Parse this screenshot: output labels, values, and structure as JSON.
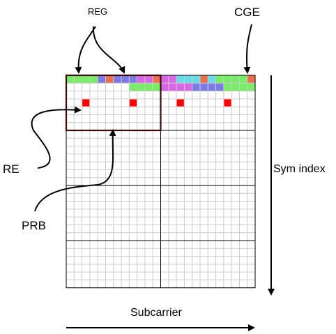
{
  "labels": {
    "reg": "REG",
    "cge": "CGE",
    "re": "RE",
    "prb": "PRB",
    "sym_index": "Sym index",
    "subcarrier": "Subcarrier"
  },
  "grid": {
    "cols": 24,
    "rows": 27,
    "prb_cols": 2,
    "prb_rows": 4
  },
  "colors": {
    "green": "#77ee66",
    "blue": "#7b7be6",
    "orange": "#ee6f4e",
    "magenta": "#d966e6",
    "cyan": "#66dde6",
    "re_red": "#ff0000",
    "grid_line": "#cccccc",
    "prb_border": "#000000",
    "prb_highlight": "#3a0b08"
  },
  "control_rows": [
    [
      "green",
      "green",
      "green",
      "green",
      "blue",
      "orange",
      "blue",
      "blue",
      "blue",
      "magenta",
      "magenta",
      "orange",
      "magenta",
      "magenta",
      "cyan",
      "cyan",
      "cyan",
      "orange",
      "cyan",
      "green",
      "green",
      "green",
      "green",
      "orange"
    ],
    [
      null,
      null,
      null,
      null,
      null,
      null,
      null,
      null,
      "green",
      "green",
      "green",
      "green",
      "magenta",
      "magenta",
      "magenta",
      "magenta",
      "blue",
      "blue",
      "blue",
      "blue",
      "green",
      "green",
      "green",
      "green"
    ]
  ],
  "resource_elements": [
    {
      "row": 3,
      "col": 2
    },
    {
      "row": 3,
      "col": 8
    },
    {
      "row": 3,
      "col": 14
    },
    {
      "row": 3,
      "col": 20
    }
  ],
  "highlight_prb": {
    "prb_row": 0,
    "prb_col": 0
  }
}
